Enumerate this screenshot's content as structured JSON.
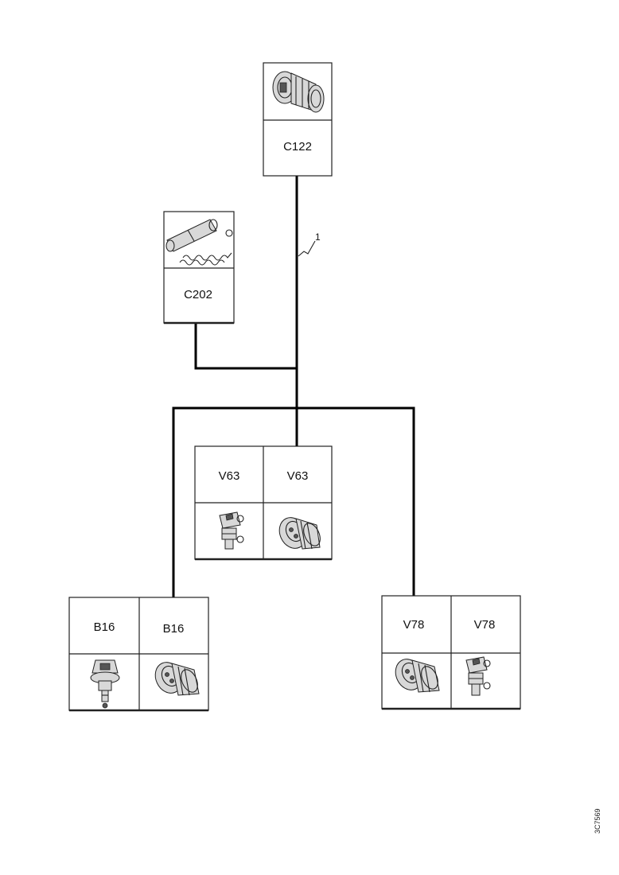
{
  "connectors": {
    "c122": {
      "label": "C122",
      "image": "connector-housing-icon"
    },
    "c202": {
      "label": "C202",
      "image": "wire-splice-icon"
    },
    "v63a": {
      "label": "V63",
      "image": "valve-icon"
    },
    "v63b": {
      "label": "V63",
      "image": "connector-plug-icon"
    },
    "b16a": {
      "label": "B16",
      "image": "sensor-icon"
    },
    "b16b": {
      "label": "B16",
      "image": "connector-plug-icon"
    },
    "v78a": {
      "label": "V78",
      "image": "connector-plug-icon"
    },
    "v78b": {
      "label": "V78",
      "image": "valve-icon"
    }
  },
  "wire_ref": "1",
  "doc_id": "3C7569"
}
